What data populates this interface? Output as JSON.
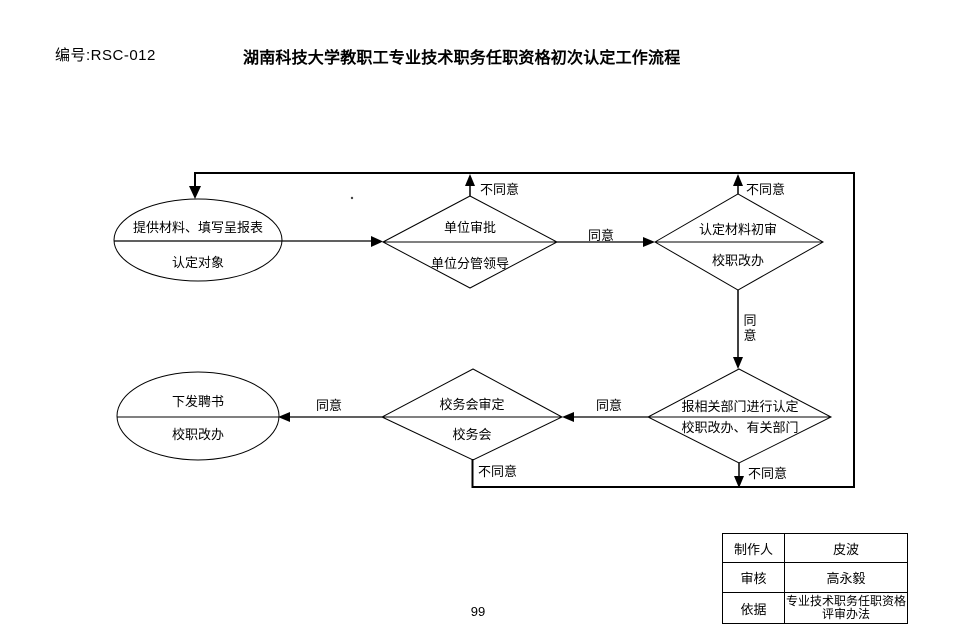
{
  "page": {
    "doc_number": "编号:RSC-012",
    "title": "湖南科技大学教职工专业技术职务任职资格初次认定工作流程",
    "page_number": "99"
  },
  "flowchart": {
    "nodes": {
      "applicant": {
        "line1": "提供材料、填写呈报表",
        "line2": "认定对象"
      },
      "unit_approval": {
        "line1": "单位审批",
        "line2": "单位分管领导"
      },
      "initial_review": {
        "line1": "认定材料初审",
        "line2": "校职改办"
      },
      "dept_determination": {
        "line1": "报相关部门进行认定",
        "line2": "校职改办、有关部门"
      },
      "council_approval": {
        "line1": "校务会审定",
        "line2": "校务会"
      },
      "issue_appointment": {
        "line1": "下发聘书",
        "line2": "校职改办"
      }
    },
    "edge_labels": {
      "agree": "同意",
      "disagree": "不同意"
    }
  },
  "footer_table": {
    "rows": [
      {
        "label": "制作人",
        "value": "皮波"
      },
      {
        "label": "审核",
        "value": "高永毅"
      },
      {
        "label": "依据",
        "value_line1": "专业技术职务任职资格",
        "value_line2": "评审办法"
      }
    ]
  },
  "colors": {
    "ink": "#000000",
    "background": "#ffffff"
  }
}
